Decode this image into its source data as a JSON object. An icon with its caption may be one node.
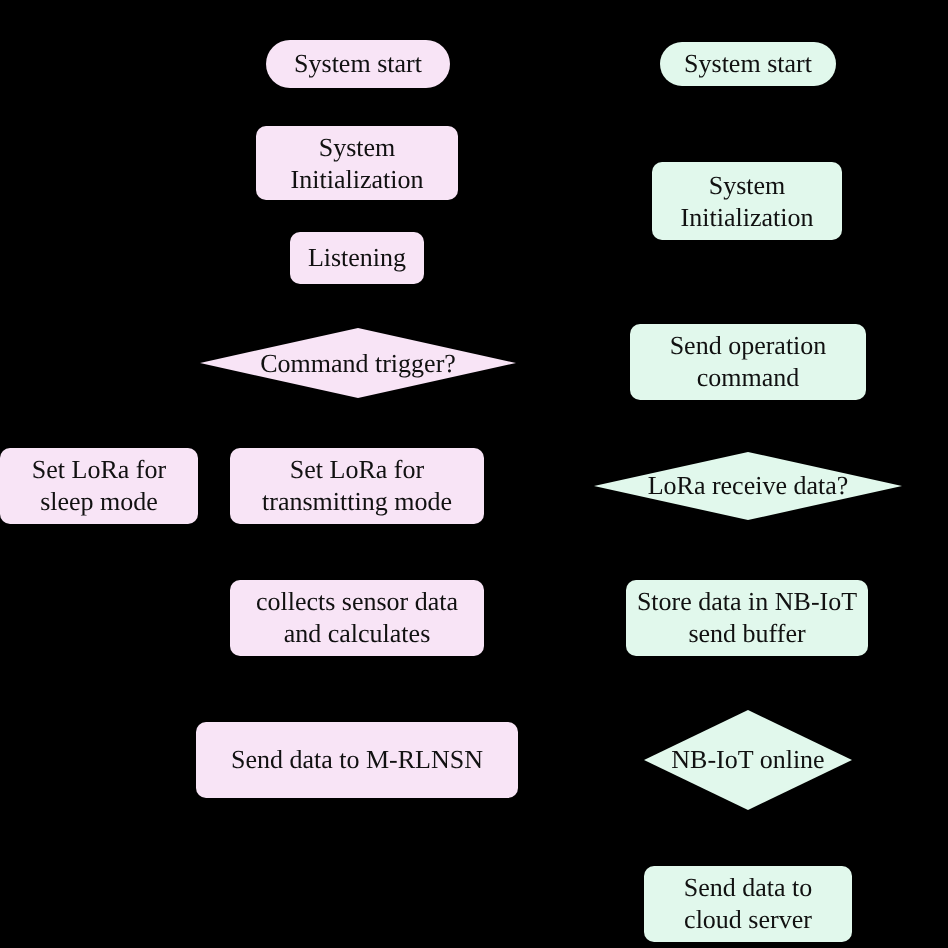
{
  "diagram": {
    "nodes": [
      {
        "text": [
          "System start"
        ]
      },
      {
        "text": [
          "System Initialization"
        ]
      },
      {
        "text": [
          "Listening"
        ]
      },
      {
        "text": [
          "Command trigger?"
        ]
      },
      {
        "text": [
          "Set LoRa for sleep mode"
        ]
      },
      {
        "text": [
          "Set LoRa for transmitting mode"
        ]
      },
      {
        "text": [
          "collects sensor data and calculates"
        ]
      },
      {
        "text": [
          "Send data to M-RLNSN"
        ]
      },
      {
        "text": [
          "System start"
        ]
      },
      {
        "text": [
          "System Initialization"
        ]
      },
      {
        "text": [
          "Send operation command"
        ]
      },
      {
        "text": [
          "LoRa receive data?"
        ]
      },
      {
        "text": [
          "Store data in NB-IoT send buffer"
        ]
      },
      {
        "text": [
          "NB-IoT online"
        ]
      },
      {
        "text": [
          "Send data to cloud server"
        ]
      }
    ]
  }
}
